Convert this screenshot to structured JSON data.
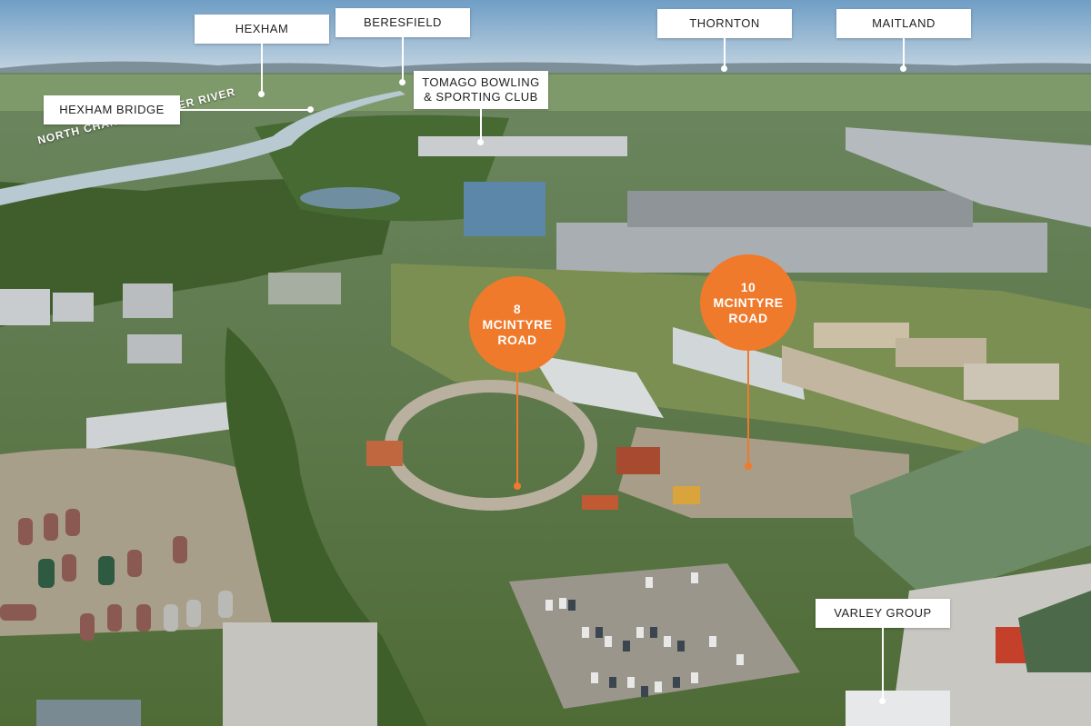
{
  "labels": {
    "hexham": "HEXHAM",
    "beresfield": "BERESFIELD",
    "thornton": "THORNTON",
    "maitland": "MAITLAND",
    "hexham_bridge": "HEXHAM BRIDGE",
    "tomago": "TOMAGO BOWLING\n& SPORTING CLUB",
    "varley": "VARLEY GROUP",
    "river": "NORTH CHANNEL HUNTER RIVER"
  },
  "markers": {
    "site_8": {
      "number": "8",
      "line1": "MCINTYRE",
      "line2": "ROAD"
    },
    "site_10": {
      "number": "10",
      "line1": "MCINTYRE",
      "line2": "ROAD"
    }
  },
  "colors": {
    "marker": "#ef7a2c",
    "label_bg": "#ffffff",
    "sky": "#8fb4cf",
    "vegetation": "#4f6e35",
    "industrial_roof": "#b8bcc0",
    "green_roof": "#5f7f5a"
  }
}
